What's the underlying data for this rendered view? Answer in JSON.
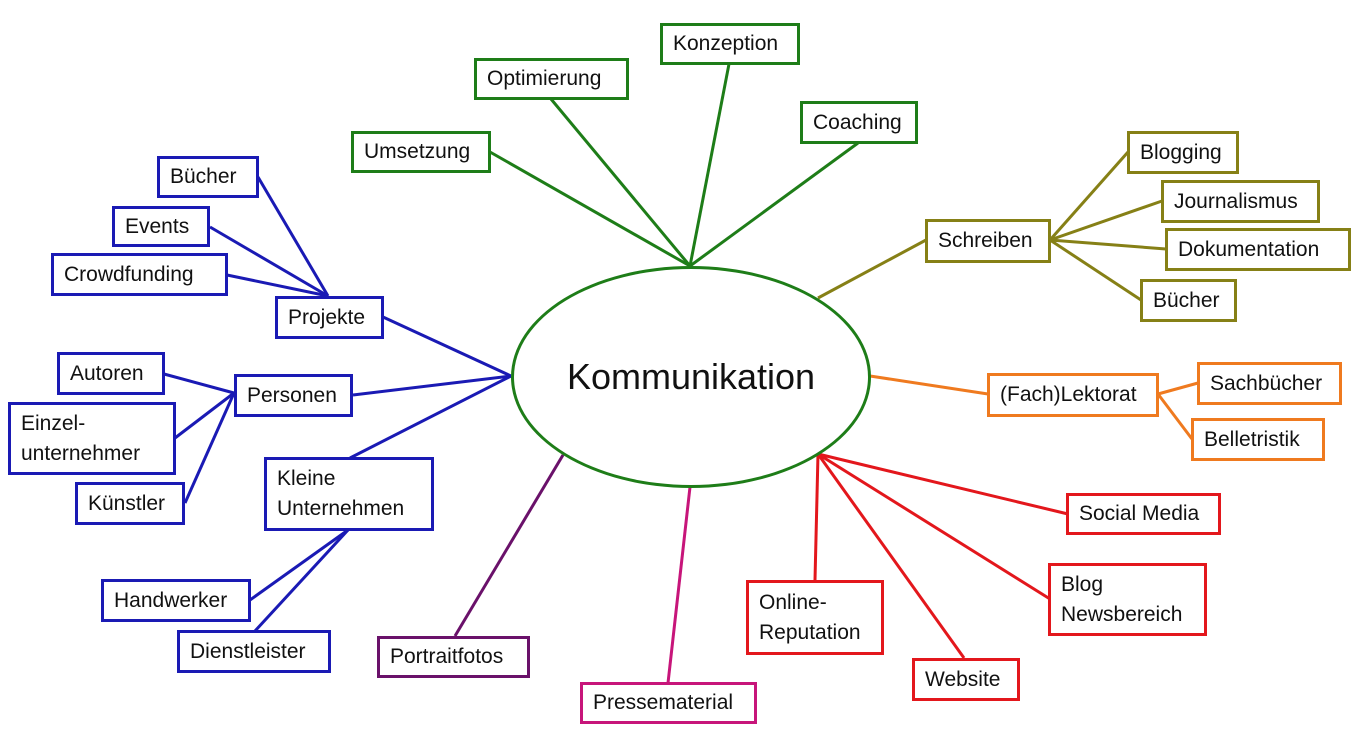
{
  "center": {
    "label": "Kommunikation"
  },
  "colors": {
    "green": "#1e7d18",
    "olive": "#868016",
    "orange": "#ef7a1f",
    "red": "#e3171c",
    "magenta": "#c7157a",
    "purple": "#6a116a",
    "blue": "#1a1ab4"
  },
  "branches": {
    "umsetzung": "Umsetzung",
    "optimierung": "Optimierung",
    "konzeption": "Konzeption",
    "coaching": "Coaching",
    "schreiben": "Schreiben",
    "blogging": "Blogging",
    "journalismus": "Journalismus",
    "dokumentation": "Dokumentation",
    "buecher_schreiben": "Bücher",
    "fachlektorat": "(Fach)Lektorat",
    "sachbuecher": "Sachbücher",
    "belletristik": "Belletristik",
    "social_media": "Social Media",
    "blog_newsbereich": "Blog\nNewsbereich",
    "website": "Website",
    "online_reputation": "Online-\nReputation",
    "pressematerial": "Pressematerial",
    "portraitfotos": "Portraitfotos",
    "projekte": "Projekte",
    "buecher_projekte": "Bücher",
    "events": "Events",
    "crowdfunding": "Crowdfunding",
    "personen": "Personen",
    "autoren": "Autoren",
    "einzelunternehmer": "Einzel-\nunternehmer",
    "kuenstler": "Künstler",
    "kleine_unternehmen": "Kleine\nUnternehmen",
    "handwerker": "Handwerker",
    "dienstleister": "Dienstleister"
  }
}
